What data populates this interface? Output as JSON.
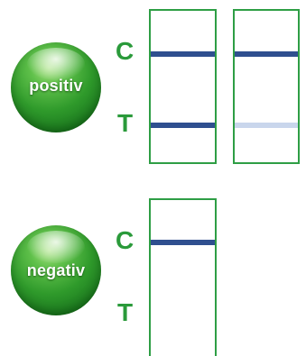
{
  "colors": {
    "strip_border": "#2e9e45",
    "letter": "#2a9a3a",
    "band_strong": "#2f4f8f",
    "band_faint": "#c9d6ec",
    "ball_green": "#2f9a2b"
  },
  "positive": {
    "badge_label": "positiv",
    "control_letter": "C",
    "test_letter": "T"
  },
  "negative": {
    "badge_label": "negativ",
    "control_letter": "C",
    "test_letter": "T"
  }
}
